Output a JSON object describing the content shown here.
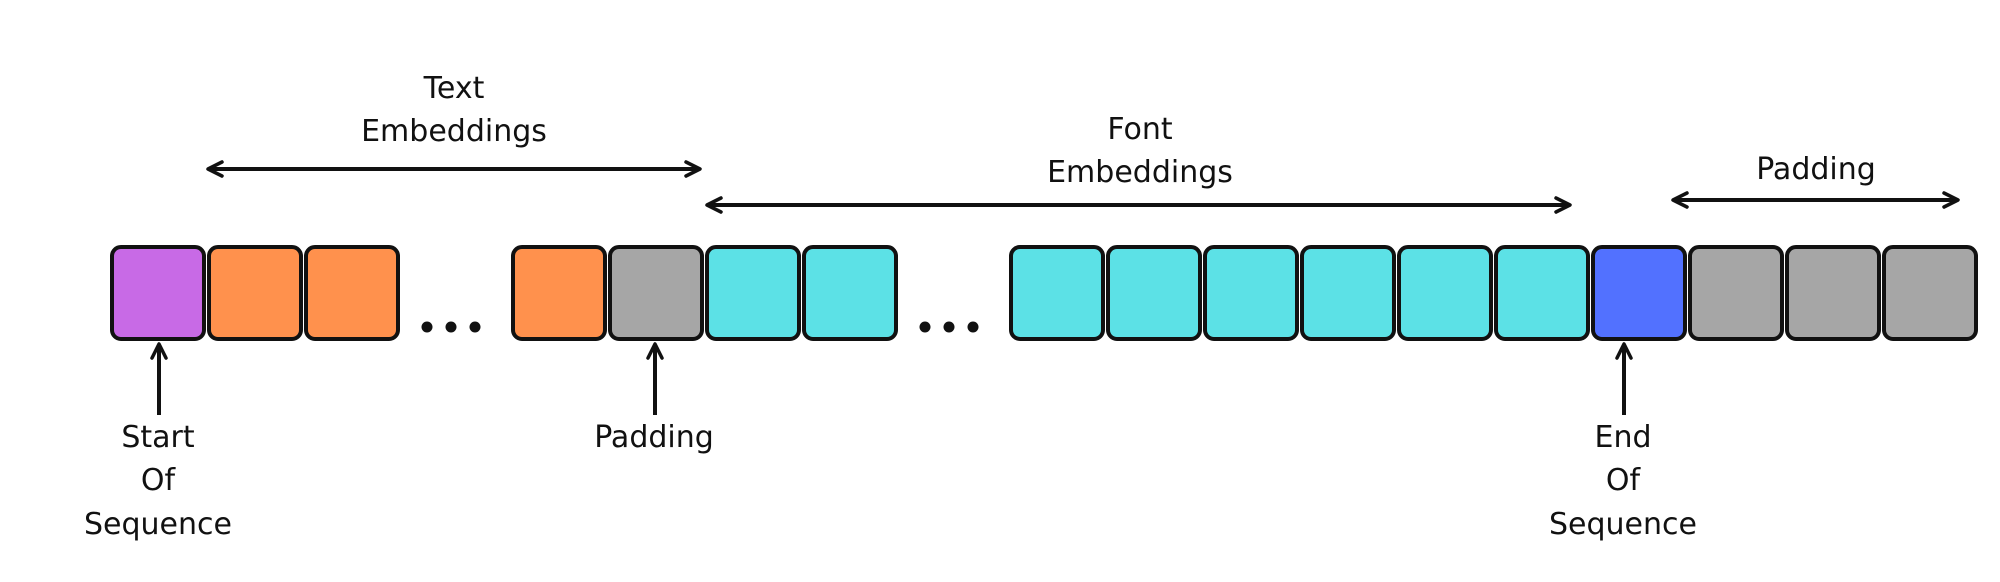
{
  "colors": {
    "start": "#C86AE6",
    "text": "#FF914D",
    "padding": "#A6A6A6",
    "font": "#5CE1E6",
    "end": "#5271FF",
    "stroke": "#111111"
  },
  "sequence": [
    {
      "kind": "token",
      "type": "start"
    },
    {
      "kind": "token",
      "type": "text"
    },
    {
      "kind": "token",
      "type": "text"
    },
    {
      "kind": "ellipsis"
    },
    {
      "kind": "token",
      "type": "text"
    },
    {
      "kind": "token",
      "type": "padding"
    },
    {
      "kind": "token",
      "type": "font"
    },
    {
      "kind": "token",
      "type": "font"
    },
    {
      "kind": "ellipsis"
    },
    {
      "kind": "token",
      "type": "font"
    },
    {
      "kind": "token",
      "type": "font"
    },
    {
      "kind": "token",
      "type": "font"
    },
    {
      "kind": "token",
      "type": "font"
    },
    {
      "kind": "token",
      "type": "font"
    },
    {
      "kind": "token",
      "type": "font"
    },
    {
      "kind": "token",
      "type": "end"
    },
    {
      "kind": "token",
      "type": "padding"
    },
    {
      "kind": "token",
      "type": "padding"
    },
    {
      "kind": "token",
      "type": "padding"
    }
  ],
  "spans": {
    "text": {
      "line1": "Text",
      "line2": "Embeddings"
    },
    "font": {
      "line1": "Font",
      "line2": "Embeddings"
    },
    "padding": {
      "line1": "Padding"
    }
  },
  "pointers": {
    "start": {
      "line1": "Start",
      "line2": "Of",
      "line3": "Sequence"
    },
    "padding": {
      "line1": "Padding"
    },
    "end": {
      "line1": "End",
      "line2": "Of",
      "line3": "Sequence"
    }
  }
}
